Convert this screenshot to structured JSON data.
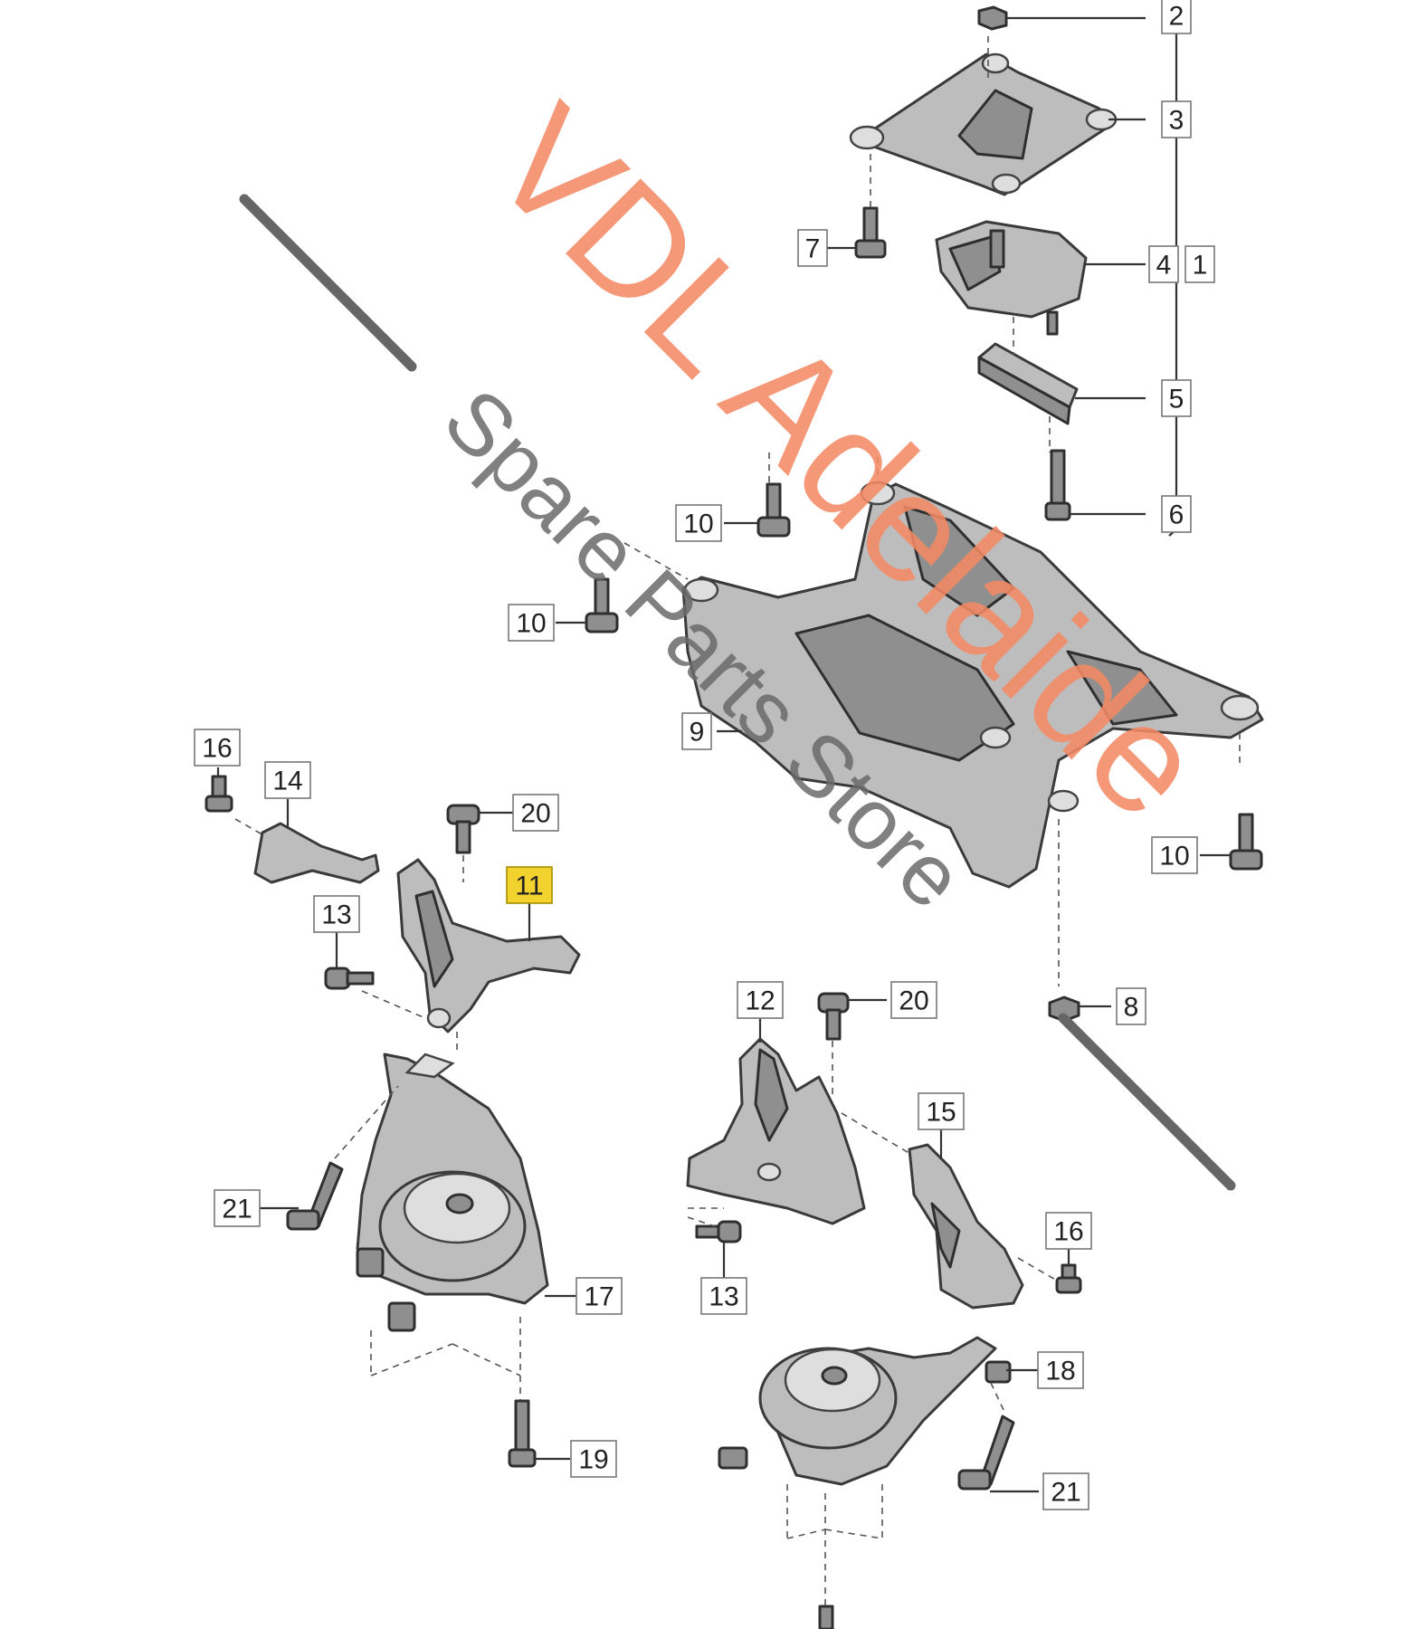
{
  "diagram": {
    "callouts": [
      {
        "id": "c2a",
        "label": "2"
      },
      {
        "id": "c3a",
        "label": "3"
      },
      {
        "id": "c7a",
        "label": "7"
      },
      {
        "id": "c4a",
        "label": "4"
      },
      {
        "id": "c1a",
        "label": "1"
      },
      {
        "id": "c5a",
        "label": "5"
      },
      {
        "id": "c6a",
        "label": "6"
      },
      {
        "id": "c10a",
        "label": "10"
      },
      {
        "id": "c10b",
        "label": "10"
      },
      {
        "id": "c9a",
        "label": "9"
      },
      {
        "id": "c10c",
        "label": "10"
      },
      {
        "id": "c16a",
        "label": "16"
      },
      {
        "id": "c14a",
        "label": "14"
      },
      {
        "id": "c20a",
        "label": "20"
      },
      {
        "id": "c11a",
        "label": "11",
        "highlight": true
      },
      {
        "id": "c13a",
        "label": "13"
      },
      {
        "id": "c8a",
        "label": "8"
      },
      {
        "id": "c12a",
        "label": "12"
      },
      {
        "id": "c20b",
        "label": "20"
      },
      {
        "id": "c15a",
        "label": "15"
      },
      {
        "id": "c21a",
        "label": "21"
      },
      {
        "id": "c16b",
        "label": "16"
      },
      {
        "id": "c17a",
        "label": "17"
      },
      {
        "id": "c13b",
        "label": "13"
      },
      {
        "id": "c18a",
        "label": "18"
      },
      {
        "id": "c19a",
        "label": "19"
      },
      {
        "id": "c21b",
        "label": "21"
      }
    ],
    "highlight_color": "#f2d22e"
  },
  "watermark": {
    "brand": "VDL Adelaide",
    "tagline": "Spare Parts Store",
    "brand_color": "#f28a64",
    "tagline_color": "#6a6a6a"
  }
}
